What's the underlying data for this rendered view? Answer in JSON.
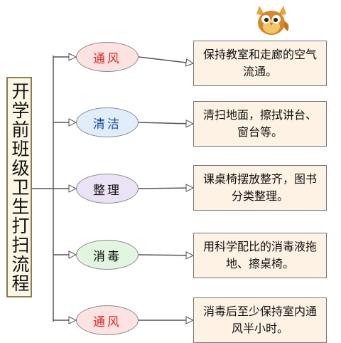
{
  "title": "开学前班级卫生打扫流程",
  "steps": [
    {
      "label": "通风",
      "detail": "保持教室和走廊的空气流通。",
      "style": "red"
    },
    {
      "label": "清洁",
      "detail": "清扫地面，擦拭讲台、窗台等。",
      "style": "blue"
    },
    {
      "label": "整理",
      "detail": "课桌椅摆放整齐，图书分类整理。",
      "style": "purple"
    },
    {
      "label": "消毒",
      "detail": "用科学配比的消毒液拖地、擦桌椅。",
      "style": "green"
    },
    {
      "label": "通风",
      "detail": "消毒后至少保持室内通风半小时。",
      "style": "red"
    }
  ],
  "colors": {
    "line": "#555555",
    "arrow_fill": "#ffffff"
  },
  "icons": {
    "mascot": "owl-cartoon-icon"
  }
}
